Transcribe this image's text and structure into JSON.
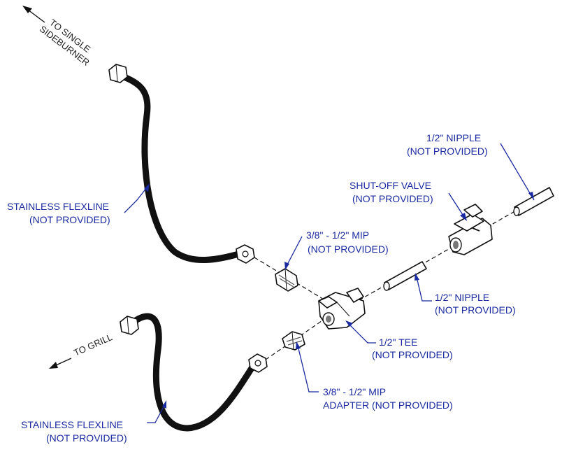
{
  "directions": {
    "to_sideburner_line1": "TO SINGLE",
    "to_sideburner_line2": "SIDEBURNER",
    "to_grill": "TO GRILL"
  },
  "labels": {
    "nipple_top_1": "1/2\" NIPPLE",
    "nipple_top_2": "(NOT PROVIDED)",
    "valve_1": "SHUT-OFF VALVE",
    "valve_2": "(NOT PROVIDED)",
    "flex_top_1": "STAINLESS FLEXLINE",
    "flex_top_2": "(NOT PROVIDED)",
    "mip_top_1": "3/8\" - 1/2\" MIP",
    "mip_top_2": "(NOT PROVIDED)",
    "nipple_mid_1": "1/2\" NIPPLE",
    "nipple_mid_2": "(NOT PROVIDED)",
    "tee_1": "1/2\" TEE",
    "tee_2": "(NOT PROVIDED)",
    "mip_bot_1": "3/8\" - 1/2\" MIP",
    "mip_bot_2": "ADAPTER (NOT PROVIDED)",
    "flex_bot_1": "STAINLESS FLEXLINE",
    "flex_bot_2": "(NOT PROVIDED)"
  },
  "colors": {
    "label_text": "#1a2aa0",
    "linework": "#111111"
  }
}
